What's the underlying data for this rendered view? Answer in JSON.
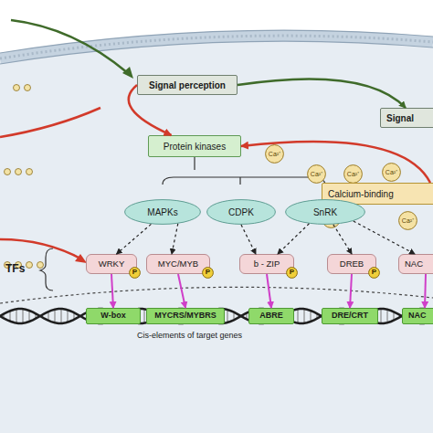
{
  "diagram": {
    "nodes": [
      {
        "text": [
          "Signal perception"
        ]
      },
      {
        "text": [
          "Signal"
        ]
      },
      {
        "text": [
          "Protein kinases"
        ]
      },
      {
        "text": [
          "Ca²⁺"
        ]
      },
      {
        "text": [
          "Ca²⁺"
        ]
      },
      {
        "text": [
          "Ca²⁺"
        ]
      },
      {
        "text": [
          "Ca²⁺"
        ]
      },
      {
        "text": [
          "Calcium-binding"
        ]
      },
      {
        "text": [
          "Ca²⁺"
        ]
      },
      {
        "text": [
          "Ca²⁺"
        ]
      },
      {
        "text": [
          "MAPKs"
        ]
      },
      {
        "text": [
          "CDPK"
        ]
      },
      {
        "text": [
          "SnRK"
        ]
      },
      {
        "text": [
          "WRKY"
        ]
      },
      {
        "text": [
          "MYC/MYB"
        ]
      },
      {
        "text": [
          "b - ZIP"
        ]
      },
      {
        "text": [
          "DREB"
        ]
      },
      {
        "text": [
          "NAC"
        ]
      },
      {
        "text": [
          "P"
        ]
      },
      {
        "text": [
          "P"
        ]
      },
      {
        "text": [
          "P"
        ]
      },
      {
        "text": [
          "P"
        ]
      },
      {
        "text": [
          "W-box"
        ]
      },
      {
        "text": [
          "MYCRS/MYBRS"
        ]
      },
      {
        "text": [
          "ABRE"
        ]
      },
      {
        "text": [
          "DRE/CRT"
        ]
      },
      {
        "text": [
          "NAC"
        ]
      }
    ],
    "edges": [
      {
        "from": 0,
        "to": 1,
        "arrow": "to"
      },
      {
        "from": 0,
        "to": 2,
        "arrow": "to"
      },
      {
        "from": 7,
        "to": 2,
        "arrow": "to"
      },
      {
        "from": 10,
        "to": 13,
        "arrow": "to"
      },
      {
        "from": 10,
        "to": 14,
        "arrow": "to"
      },
      {
        "from": 11,
        "to": 15,
        "arrow": "to"
      },
      {
        "from": 12,
        "to": 15,
        "arrow": "to"
      },
      {
        "from": 12,
        "to": 16,
        "arrow": "to"
      },
      {
        "from": 12,
        "to": 17,
        "arrow": "to"
      },
      {
        "from": 13,
        "to": 22,
        "arrow": "to"
      },
      {
        "from": 14,
        "to": 23,
        "arrow": "to"
      },
      {
        "from": 15,
        "to": 24,
        "arrow": "to"
      },
      {
        "from": 16,
        "to": 25,
        "arrow": "to"
      },
      {
        "from": 17,
        "to": 26,
        "arrow": "to"
      }
    ],
    "labels": [
      "Cis-elements of target genes",
      "TFs"
    ]
  }
}
